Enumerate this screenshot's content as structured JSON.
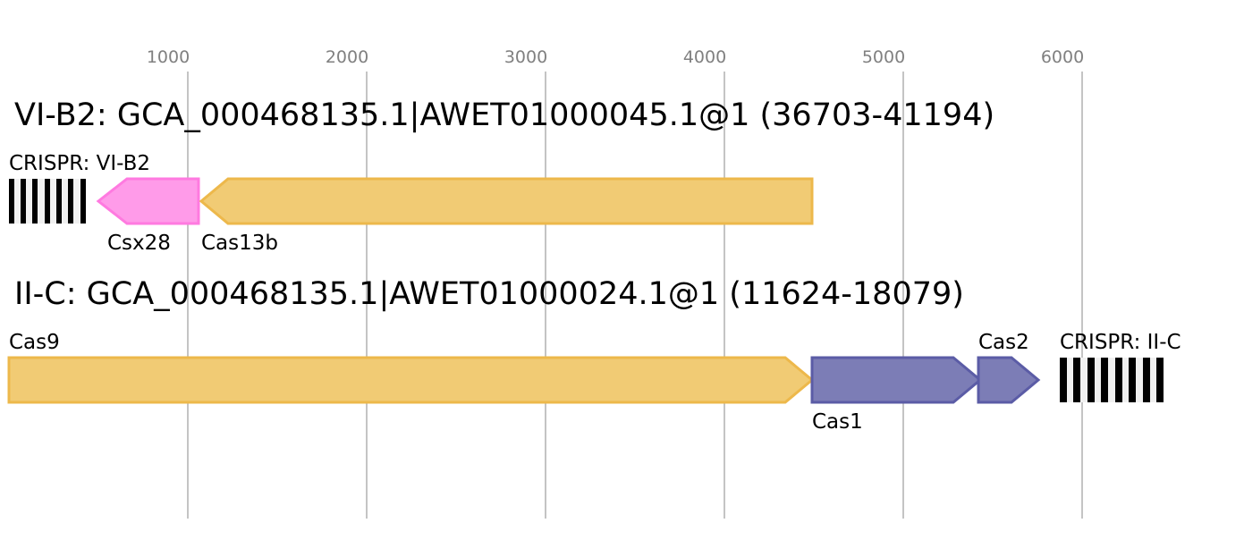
{
  "axis": {
    "ticks": [
      "1000",
      "2000",
      "3000",
      "4000",
      "5000",
      "6000"
    ]
  },
  "colors": {
    "grid": "#b0b0b0",
    "pink_fill": "#ff9be9",
    "pink_stroke": "#ff7ae0",
    "gold_fill": "#f1cb74",
    "gold_stroke": "#edb84b",
    "blue_fill": "#7c7db6",
    "blue_stroke": "#5b5ca6"
  },
  "loci": [
    {
      "title": "VI-B2: GCA_000468135.1|AWET01000045.1@1 (36703-41194)",
      "genes": [
        {
          "label": "CRISPR: VI-B2",
          "type": "crispr"
        },
        {
          "label": "Csx28",
          "strand": "-"
        },
        {
          "label": "Cas13b",
          "strand": "-"
        }
      ]
    },
    {
      "title": "II-C: GCA_000468135.1|AWET01000024.1@1 (11624-18079)",
      "genes": [
        {
          "label": "Cas9",
          "strand": "+"
        },
        {
          "label": "Cas1",
          "strand": "+"
        },
        {
          "label": "Cas2",
          "strand": "+"
        },
        {
          "label": "CRISPR: II-C",
          "type": "crispr"
        }
      ]
    }
  ]
}
